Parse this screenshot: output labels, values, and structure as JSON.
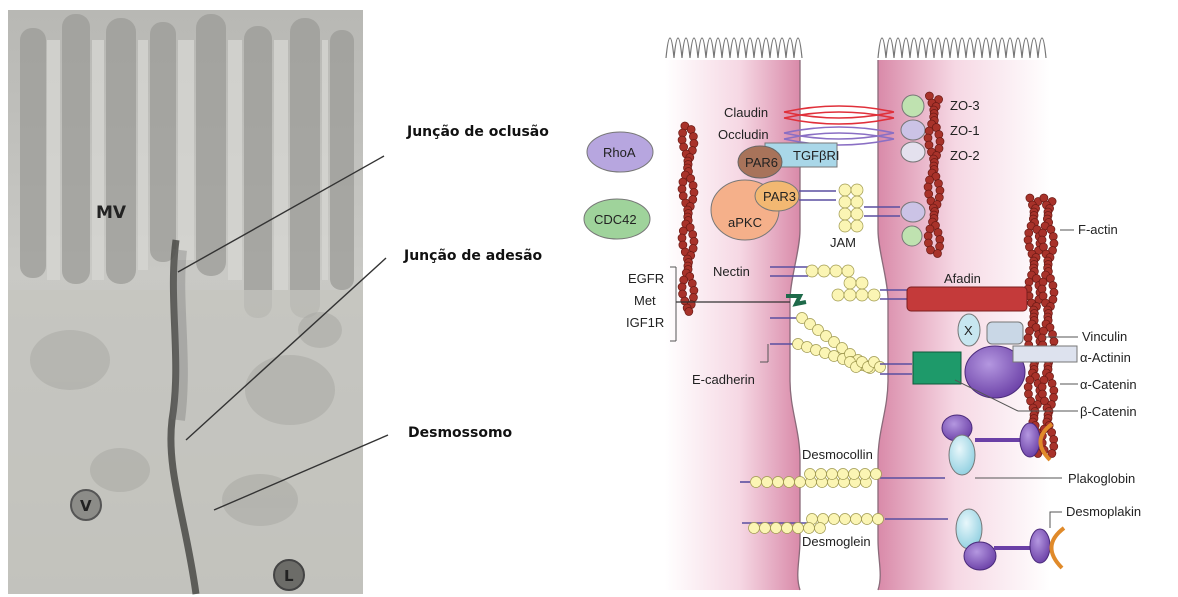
{
  "micrograph": {
    "labels": {
      "mv": "MV",
      "v": "V",
      "l": "L"
    },
    "pointers": {
      "tight_junction": "Junção de oclusão",
      "adherens_junction": "Junção de adesão",
      "desmosome": "Desmossomo"
    }
  },
  "schematic": {
    "tight_junction": {
      "claudin": "Claudin",
      "occludin": "Occludin",
      "zo3": "ZO-3",
      "zo1": "ZO-1",
      "zo2": "ZO-2"
    },
    "polarity": {
      "rhoa": "RhoA",
      "cdc42": "CDC42",
      "par6": "PAR6",
      "par3": "PAR3",
      "apkc": "aPKC",
      "tgfbri": "TGFβRI",
      "jam": "JAM"
    },
    "adherens_junction": {
      "f_actin": "F-actin",
      "nectin": "Nectin",
      "afadin": "Afadin",
      "egfr": "EGFR",
      "met": "Met",
      "igf1r": "IGF1R",
      "x": "X",
      "vinculin": "Vinculin",
      "alpha_actinin": "α-Actinin",
      "alpha_catenin": "α-Catenin",
      "beta_catenin": "β-Catenin",
      "e_cadherin": "E-cadherin"
    },
    "desmosome": {
      "desmocollin": "Desmocollin",
      "plakoglobin": "Plakoglobin",
      "desmoplakin": "Desmoplakin",
      "desmoglein": "Desmoglein"
    }
  },
  "colors": {
    "cell_pink": "#f2c6d6",
    "cell_deep": "#d98aa9",
    "actin": "#a8322a",
    "claudin": "#e0303a",
    "occludin": "#8a6fc4",
    "zo": "#cbc3e6",
    "rhoa": "#b7a6df",
    "cdc42": "#9fd39b",
    "par6": "#a8735a",
    "par3": "#f2b872",
    "apkc": "#f5b08a",
    "tgfbri": "#a9d7e8",
    "cadherin_beads": "#fbf5b4",
    "afadin": "#c43a3a",
    "beta_catenin": "#1e9a6a",
    "alpha_catenin": "#7a4fb0",
    "vinculin": "#c9d7e6",
    "desmo_orange": "#e08a2a"
  }
}
